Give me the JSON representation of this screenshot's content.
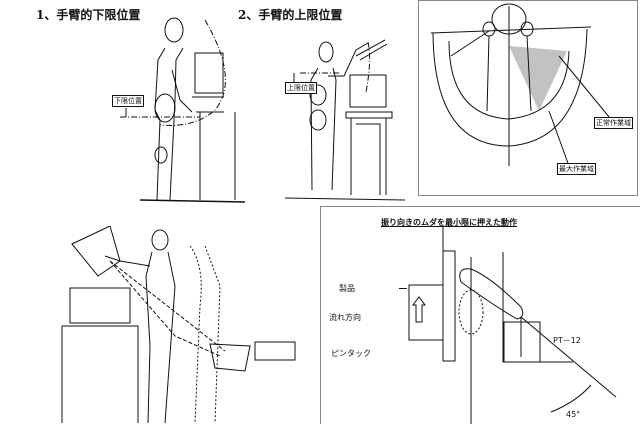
{
  "panel_lower_limit": {
    "title": "1、手臂的下限位置",
    "label": "下限位置"
  },
  "panel_upper_limit": {
    "title": "2、手臂的上限位置",
    "label": "上限位置"
  },
  "panel_work_area": {
    "label_normal": "正常作業域",
    "label_max": "最大作業域"
  },
  "panel_motion": {
    "title": "振り向きのムダを最小限に押えた動作",
    "label_product": "製品",
    "label_flow": "流れ方向",
    "label_pin": "ピンタック",
    "label_part": "PT－12",
    "angle": "45°"
  }
}
